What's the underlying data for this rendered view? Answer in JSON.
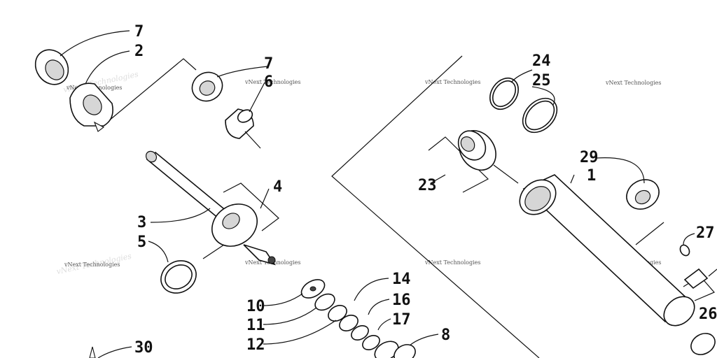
{
  "diagram": {
    "callouts": {
      "c1": "1",
      "c2": "2",
      "c3": "3",
      "c4": "4",
      "c5": "5",
      "c6": "6",
      "c7a": "7",
      "c7b": "7",
      "c8": "8",
      "c10": "10",
      "c11": "11",
      "c12": "12",
      "c14": "14",
      "c16": "16",
      "c17": "17",
      "c23": "23",
      "c24": "24",
      "c25": "25",
      "c26": "26",
      "c27": "27",
      "c29": "29",
      "c30": "30"
    },
    "watermark": "vNext Technologies"
  }
}
